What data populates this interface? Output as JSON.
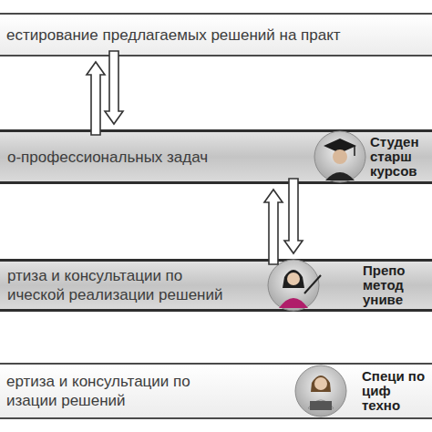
{
  "diagram": {
    "nodes": [
      {
        "text": [
          "естирование предлагаемых решений на практ"
        ]
      },
      {
        "text": [
          "о-профессиональных задач",
          "Студен старш курсов"
        ]
      },
      {
        "text": [
          "ртиза и консультации по ической реализации решений",
          "Препо метод униве"
        ]
      },
      {
        "text": [
          "ертиза и консультации по изации решений",
          "Специ по циф техно"
        ]
      }
    ],
    "edges": [
      {
        "from": 1,
        "to": 0,
        "arrow": "to"
      },
      {
        "from": 0,
        "to": 1,
        "arrow": "to"
      },
      {
        "from": 2,
        "to": 1,
        "arrow": "to"
      },
      {
        "from": 1,
        "to": 2,
        "arrow": "to"
      }
    ]
  }
}
